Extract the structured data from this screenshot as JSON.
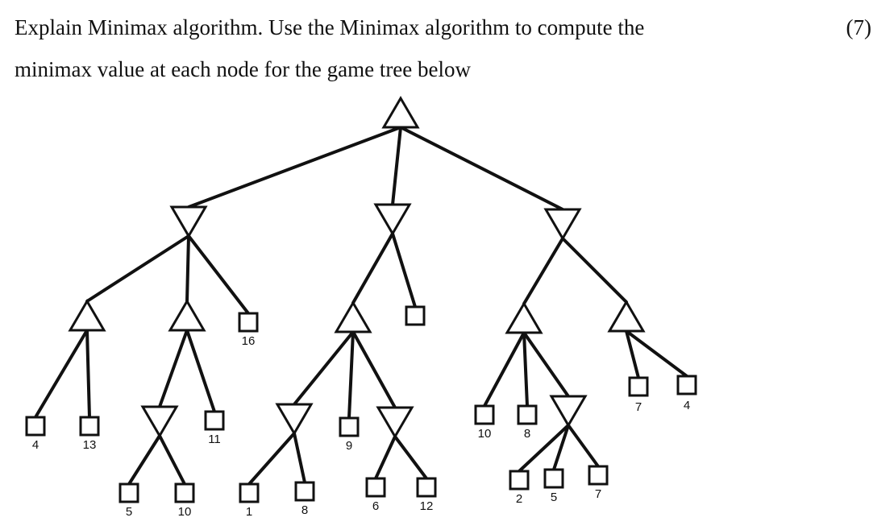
{
  "question": {
    "line1": "Explain Minimax algorithm. Use the Minimax algorithm to compute the",
    "line2": "minimax value at each node for the game tree below",
    "marks": "(7)"
  },
  "tree": {
    "nodes": [
      {
        "id": "root",
        "type": "max"
      },
      {
        "id": "A",
        "type": "min",
        "parent": "root"
      },
      {
        "id": "B",
        "type": "min",
        "parent": "root"
      },
      {
        "id": "C",
        "type": "min",
        "parent": "root"
      },
      {
        "id": "A1",
        "type": "max",
        "parent": "A"
      },
      {
        "id": "A2",
        "type": "max",
        "parent": "A"
      },
      {
        "id": "A3",
        "type": "leaf",
        "parent": "A",
        "value": "16"
      },
      {
        "id": "A1a",
        "type": "leaf",
        "parent": "A1",
        "value": "4"
      },
      {
        "id": "A1b",
        "type": "leaf",
        "parent": "A1",
        "value": "13"
      },
      {
        "id": "A2a",
        "type": "min",
        "parent": "A2"
      },
      {
        "id": "A2b",
        "type": "leaf",
        "parent": "A2",
        "value": "11"
      },
      {
        "id": "A2a1",
        "type": "leaf",
        "parent": "A2a",
        "value": "5"
      },
      {
        "id": "A2a2",
        "type": "leaf",
        "parent": "A2a",
        "value": "10"
      },
      {
        "id": "B1",
        "type": "max",
        "parent": "B"
      },
      {
        "id": "B2",
        "type": "leaf",
        "parent": "B",
        "value": ""
      },
      {
        "id": "B1a",
        "type": "min",
        "parent": "B1"
      },
      {
        "id": "B1b",
        "type": "leaf",
        "parent": "B1",
        "value": "9"
      },
      {
        "id": "B1c",
        "type": "min",
        "parent": "B1"
      },
      {
        "id": "B1a1",
        "type": "leaf",
        "parent": "B1a",
        "value": "1"
      },
      {
        "id": "B1a2",
        "type": "leaf",
        "parent": "B1a",
        "value": "8"
      },
      {
        "id": "B1c1",
        "type": "leaf",
        "parent": "B1c",
        "value": "6"
      },
      {
        "id": "B1c2",
        "type": "leaf",
        "parent": "B1c",
        "value": "12"
      },
      {
        "id": "C1",
        "type": "max",
        "parent": "C"
      },
      {
        "id": "C2",
        "type": "max",
        "parent": "C"
      },
      {
        "id": "C1a",
        "type": "leaf",
        "parent": "C1",
        "value": "10"
      },
      {
        "id": "C1b",
        "type": "leaf",
        "parent": "C1",
        "value": "8"
      },
      {
        "id": "C1c",
        "type": "min",
        "parent": "C1"
      },
      {
        "id": "C1c1",
        "type": "leaf",
        "parent": "C1c",
        "value": "2"
      },
      {
        "id": "C1c2",
        "type": "leaf",
        "parent": "C1c",
        "value": "5"
      },
      {
        "id": "C1c3",
        "type": "leaf",
        "parent": "C1c",
        "value": "7"
      },
      {
        "id": "C2a",
        "type": "leaf",
        "parent": "C2",
        "value": "7"
      },
      {
        "id": "C2b",
        "type": "leaf",
        "parent": "C2",
        "value": "4"
      }
    ]
  }
}
